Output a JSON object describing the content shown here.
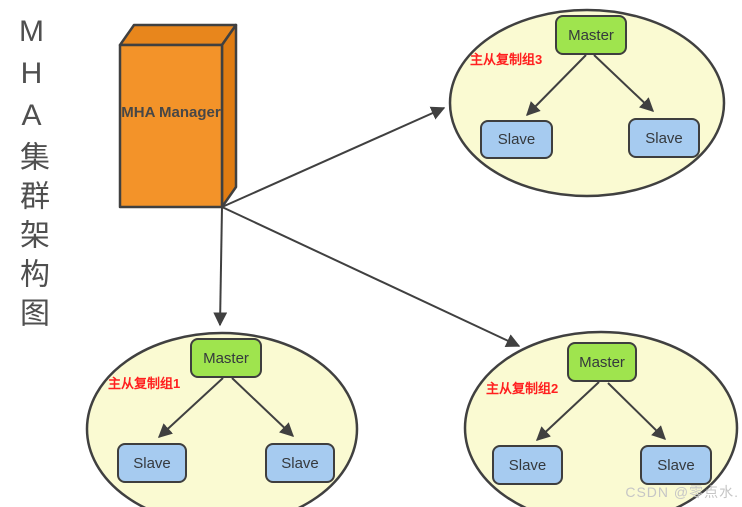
{
  "page": {
    "title_vertical": "MHA集群架构图",
    "watermark": "CSDN @零点水."
  },
  "manager": {
    "label": "MHA Manager"
  },
  "groups": [
    {
      "name": "主从复制组1",
      "master_label": "Master",
      "slave_labels": [
        "Slave",
        "Slave"
      ]
    },
    {
      "name": "主从复制组2",
      "master_label": "Master",
      "slave_labels": [
        "Slave",
        "Slave"
      ]
    },
    {
      "name": "主从复制组3",
      "master_label": "Master",
      "slave_labels": [
        "Slave",
        "Slave"
      ]
    }
  ],
  "colors": {
    "manager_front": "#F39329",
    "manager_top": "#E8861C",
    "manager_side": "#E07C12",
    "ellipse_fill": "#FAFAD2",
    "master_fill": "#9FE44E",
    "slave_fill": "#A6CBF0",
    "stroke": "#404040",
    "group_label_red": "#FF1F1F"
  }
}
